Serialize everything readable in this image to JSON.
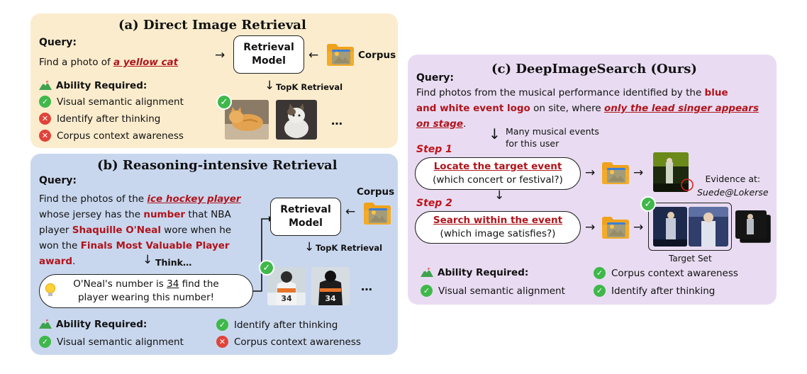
{
  "panel_a": {
    "title": "(a) Direct Image Retrieval",
    "query_label": "Query:",
    "query_prefix": "Find a photo of ",
    "query_highlight": "a yellow cat",
    "model_line1": "Retrieval",
    "model_line2": "Model",
    "corpus": "Corpus",
    "topk": "TopK Retrieval",
    "ability_label": "Ability Required:",
    "abilities": [
      {
        "text": "Visual semantic alignment",
        "status": "check"
      },
      {
        "text": "Identify after thinking",
        "status": "cross"
      },
      {
        "text": "Corpus context awareness",
        "status": "cross"
      }
    ],
    "ellipsis": "…"
  },
  "panel_b": {
    "title": "(b) Reasoning-intensive Retrieval",
    "query_label": "Query:",
    "q1_prefix": "Find the photos of the ",
    "q1_highlight": "ice hockey player",
    "q2_prefix": "whose jersey has the ",
    "q2_highlight": "number",
    "q2_suffix": " that NBA",
    "q3_prefix": "player ",
    "q3_highlight": "Shaquille O'Neal",
    "q3_suffix": " wore when he",
    "q4_prefix": "won the ",
    "q4_highlight": "Finals Most Valuable Player",
    "q5_highlight": "award",
    "q5_suffix": ".",
    "think": "Think…",
    "thought_line1_prefix": "O'Neal's number is ",
    "thought_number": "34",
    "thought_line1_suffix": " find the",
    "thought_line2": "player wearing this number!",
    "model_line1": "Retrieval",
    "model_line2": "Model",
    "corpus": "Corpus",
    "topk": "TopK Retrieval",
    "ability_label": "Ability Required:",
    "abilities": [
      {
        "text": "Visual semantic alignment",
        "status": "check"
      },
      {
        "text": "Identify after thinking",
        "status": "check"
      },
      {
        "text": "Corpus context awareness",
        "status": "cross"
      }
    ],
    "jersey_numbers": [
      "34",
      "34"
    ],
    "ellipsis": "…"
  },
  "panel_c": {
    "title": "(c) DeepImageSearch (Ours)",
    "query_label": "Query:",
    "q1_prefix": "Find photos from the musical performance identified by the ",
    "q1_highlight": "blue",
    "q2_highlight": "and white event logo",
    "q2_mid": " on site, where ",
    "q2_highlight2": "only the lead singer appears",
    "q3_highlight": "on stage",
    "q3_suffix": ".",
    "note_line1": "Many musical events",
    "note_line2": "for this user",
    "step1": "Step 1",
    "step1_title": "Locate the target event",
    "step1_sub": "(which concert or festival?)",
    "evidence_line1": "Evidence at:",
    "evidence_line2": "Suede@Lokerse",
    "step2": "Step 2",
    "step2_title": "Search within the event",
    "step2_sub": "(which image satisfies?)",
    "target_set": "Target Set",
    "ability_label": "Ability Required:",
    "abilities": [
      {
        "text": "Visual semantic alignment",
        "status": "check"
      },
      {
        "text": "Corpus context awareness",
        "status": "check"
      },
      {
        "text": "Identify after thinking",
        "status": "check"
      }
    ]
  },
  "icons": {
    "check": "✓",
    "cross": "✕",
    "arrow_right": "→",
    "arrow_left": "←",
    "arrow_down": "↓"
  },
  "colors": {
    "panel_a": "#fbeccd",
    "panel_b": "#c9d7ee",
    "panel_c": "#e9dcf2",
    "highlight": "#b0141b",
    "check": "#3fb84a",
    "cross": "#e0433a"
  }
}
